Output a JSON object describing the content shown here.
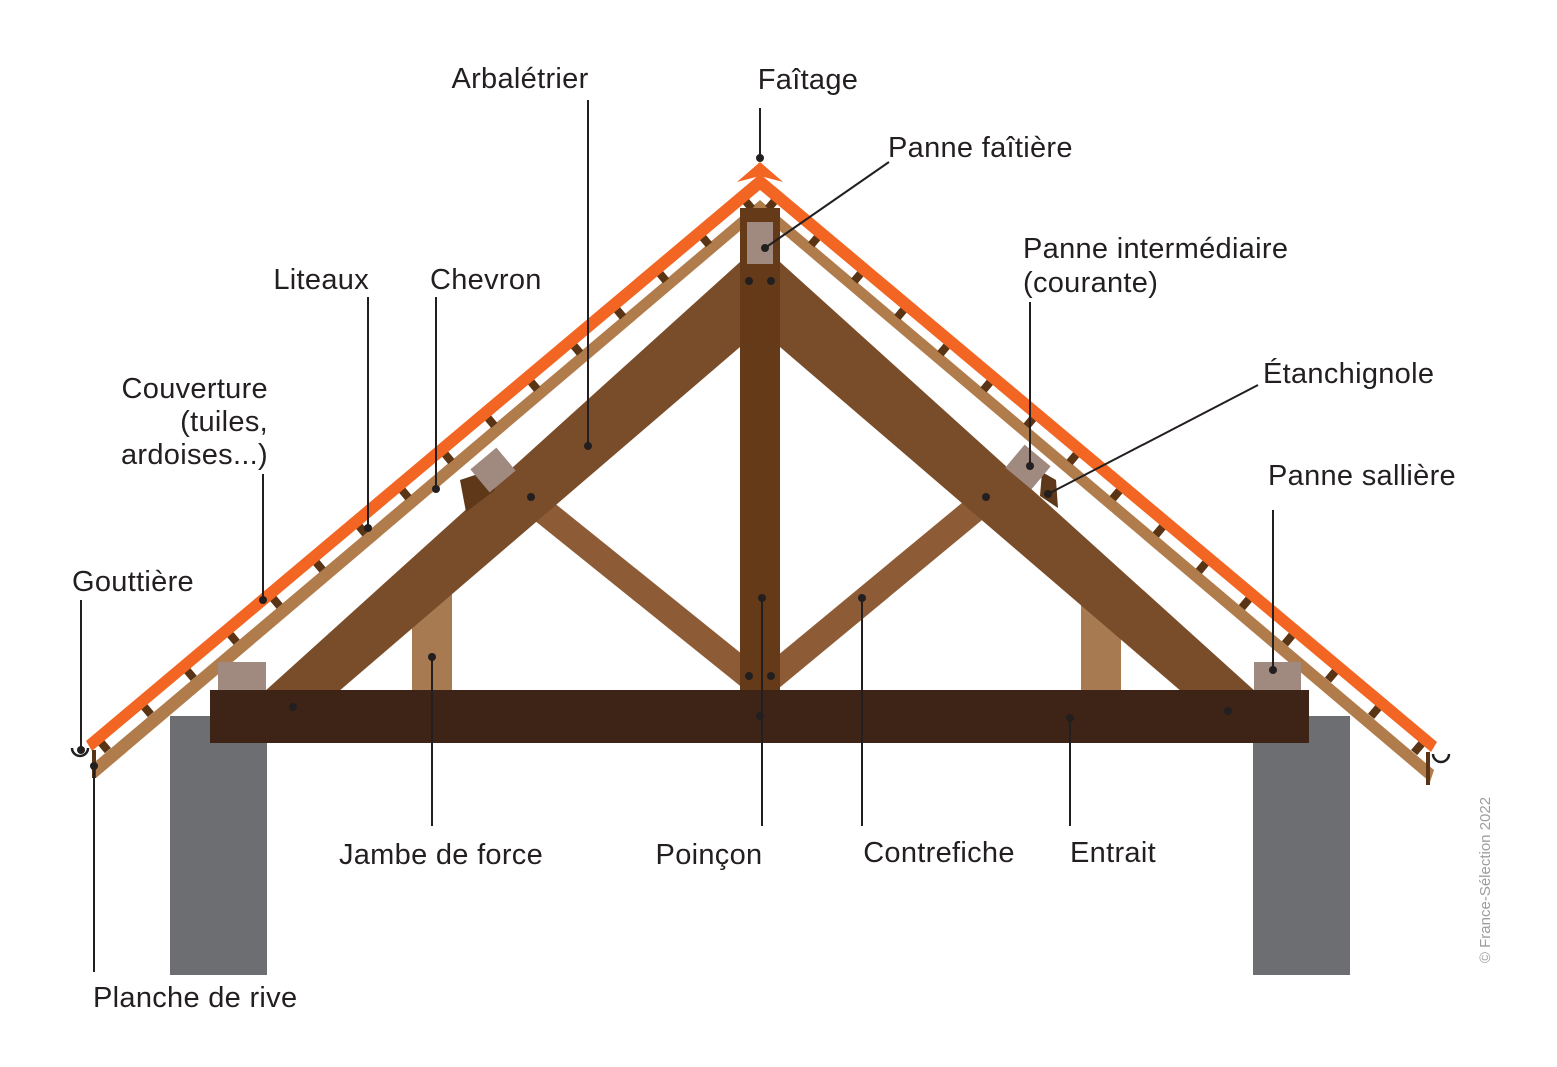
{
  "labels": {
    "arbaletrier": "Arbalétrier",
    "faitage": "Faîtage",
    "panne_faitiere": "Panne faîtière",
    "panne_intermediaire_1": "Panne intermédiaire",
    "panne_intermediaire_2": "(courante)",
    "liteaux": "Liteaux",
    "chevron": "Chevron",
    "couverture_1": "Couverture",
    "couverture_2": "(tuiles,",
    "couverture_3": "ardoises...)",
    "etanchignole": "Étanchignole",
    "panne_salliere": "Panne sallière",
    "gouttiere": "Gouttière",
    "jambe_de_force": "Jambe de force",
    "poincon": "Poinçon",
    "contrefiche": "Contrefiche",
    "entrait": "Entrait",
    "planche_de_rive": "Planche de rive"
  },
  "copyright": "© France-Sélection 2022",
  "colors": {
    "roofing": "#f26522",
    "batten": "#5a3515",
    "rafter": "#b07c4c",
    "principal": "#7a4d2a",
    "strut": "#8d5c36",
    "post": "#a87a52",
    "kingpost": "#653a18",
    "tiebeam": "#3d2416",
    "purlin": "#a08a80",
    "wall": "#6d6e71",
    "ink": "#231f20"
  }
}
